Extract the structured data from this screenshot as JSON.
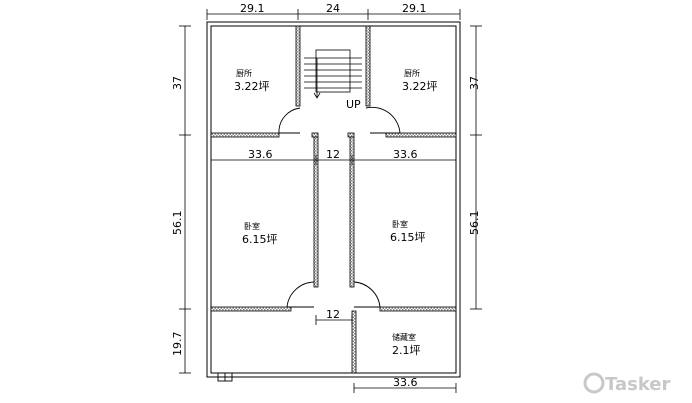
{
  "dimensions": {
    "top": [
      "29.1",
      "24",
      "29.1"
    ],
    "left": [
      "37",
      "56.1",
      "19.7"
    ],
    "right": [
      "37",
      "56.1"
    ],
    "inner_mid": [
      "33.6",
      "12",
      "33.6"
    ],
    "inner_low": "12",
    "bottom": "33.6"
  },
  "rooms": [
    {
      "name": "厨所",
      "area": "3.22坪"
    },
    {
      "name": "厨所",
      "area": "3.22坪"
    },
    {
      "name": "卧室",
      "area": "6.15坪"
    },
    {
      "name": "卧室",
      "area": "6.15坪"
    },
    {
      "name": "储藏室",
      "area": "2.1坪"
    }
  ],
  "stair_label": "UP",
  "watermark": "Tasker",
  "colors": {
    "line": "#000000",
    "wall_fill": "#9a9a9a",
    "watermark": "#c8c8c8"
  }
}
